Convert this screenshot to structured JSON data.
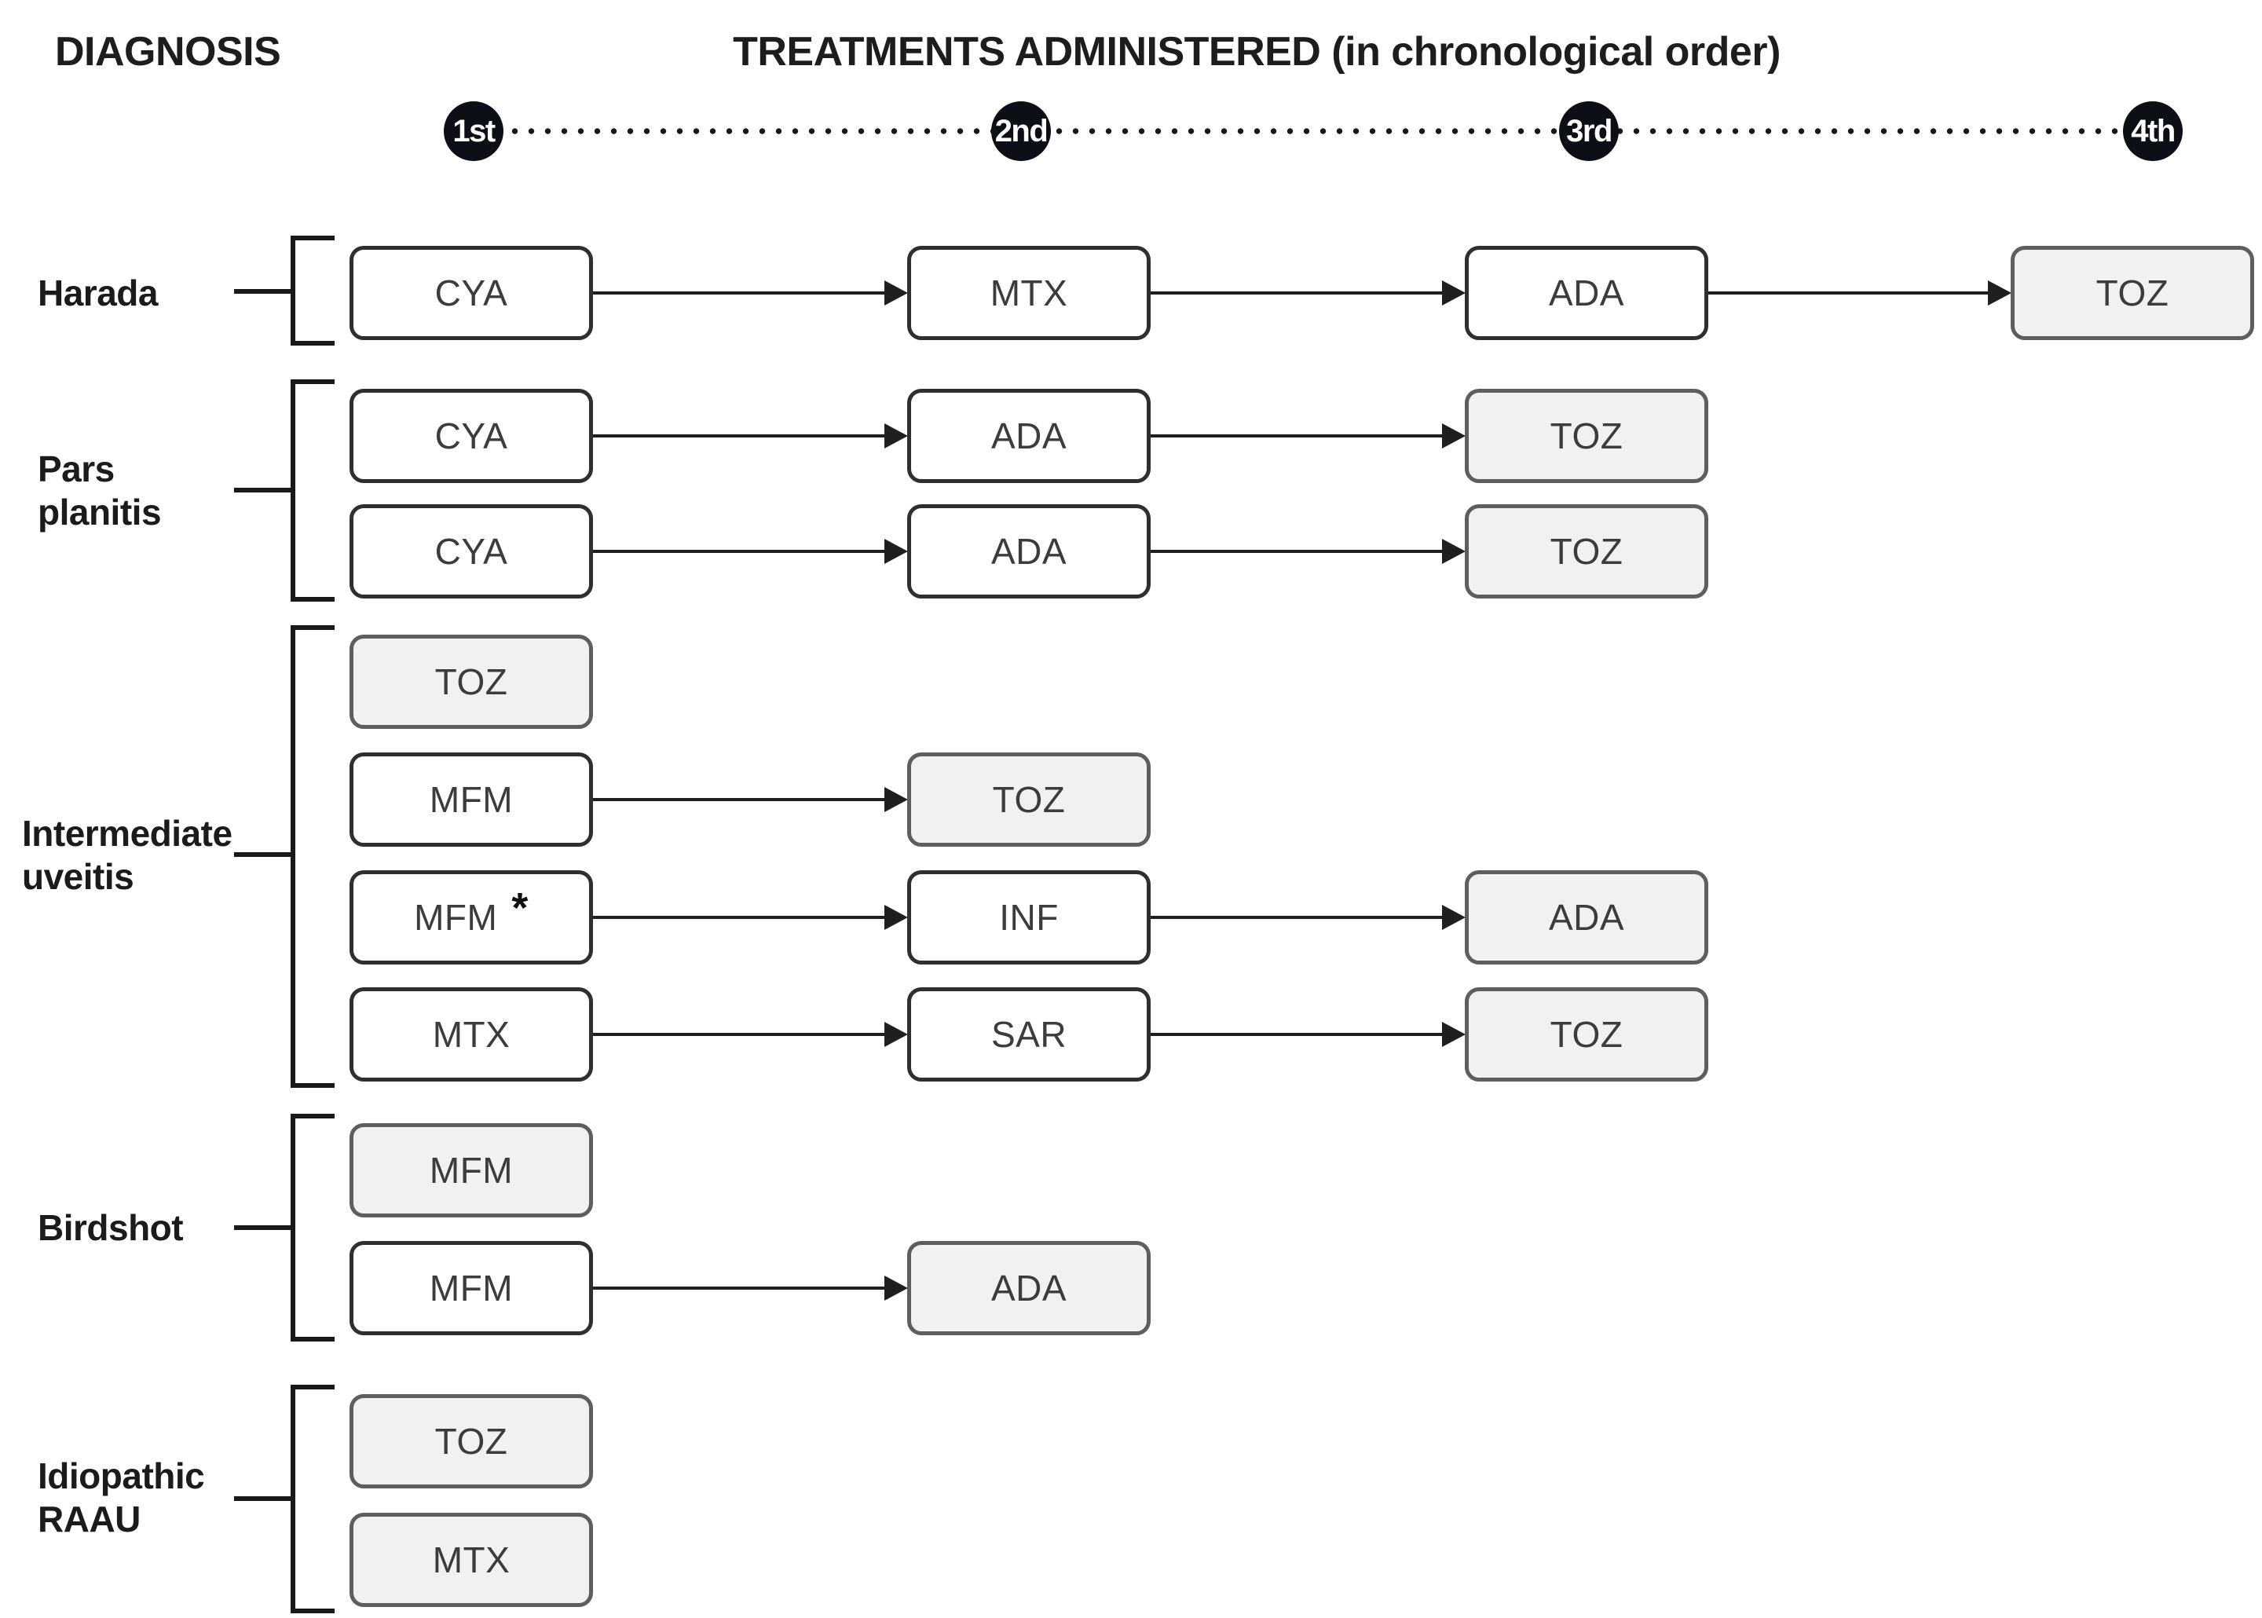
{
  "header": {
    "diagnosis_header": "DIAGNOSIS",
    "treatments_header": "TREATMENTS ADMINISTERED (in chronological order)"
  },
  "timeline": {
    "steps": [
      "1st",
      "2nd",
      "3rd",
      "4th"
    ]
  },
  "colors": {
    "background": "#ffffff",
    "box_white_fill": "#ffffff",
    "box_white_border": "#2f2f2f",
    "box_gray_fill": "#f1f1f1",
    "box_gray_border": "#5e5e5e",
    "arrow": "#1f1f1f",
    "timeline_circle_fill": "#0c1016",
    "timeline_circle_text": "#ffffff",
    "text": "#1d1d1d"
  },
  "groups": [
    {
      "label": "Harada",
      "rows": [
        {
          "boxes": [
            {
              "text": "CYA",
              "variant": "white"
            },
            {
              "text": "MTX",
              "variant": "white"
            },
            {
              "text": "ADA",
              "variant": "white"
            },
            {
              "text": "TOZ",
              "variant": "gray"
            }
          ]
        }
      ]
    },
    {
      "label": "Pars planitis",
      "rows": [
        {
          "boxes": [
            {
              "text": "CYA",
              "variant": "white"
            },
            {
              "text": "ADA",
              "variant": "white"
            },
            {
              "text": "TOZ",
              "variant": "gray"
            }
          ]
        },
        {
          "boxes": [
            {
              "text": "CYA",
              "variant": "white"
            },
            {
              "text": "ADA",
              "variant": "white"
            },
            {
              "text": "TOZ",
              "variant": "gray"
            }
          ]
        }
      ]
    },
    {
      "label": "Intermediate uveitis",
      "rows": [
        {
          "boxes": [
            {
              "text": "TOZ",
              "variant": "gray"
            }
          ]
        },
        {
          "boxes": [
            {
              "text": "MFM",
              "variant": "white"
            },
            {
              "text": "TOZ",
              "variant": "gray"
            }
          ]
        },
        {
          "boxes": [
            {
              "text": "MFM",
              "variant": "white",
              "marker": "*"
            },
            {
              "text": "INF",
              "variant": "white"
            },
            {
              "text": "ADA",
              "variant": "gray"
            }
          ]
        },
        {
          "boxes": [
            {
              "text": "MTX",
              "variant": "white"
            },
            {
              "text": "SAR",
              "variant": "white"
            },
            {
              "text": "TOZ",
              "variant": "gray"
            }
          ]
        }
      ]
    },
    {
      "label": "Birdshot",
      "rows": [
        {
          "boxes": [
            {
              "text": "MFM",
              "variant": "gray"
            }
          ]
        },
        {
          "boxes": [
            {
              "text": "MFM",
              "variant": "white"
            },
            {
              "text": "ADA",
              "variant": "gray"
            }
          ]
        }
      ]
    },
    {
      "label": "Idiopathic RAAU",
      "rows": [
        {
          "boxes": [
            {
              "text": "TOZ",
              "variant": "gray"
            }
          ]
        },
        {
          "boxes": [
            {
              "text": "MTX",
              "variant": "gray"
            }
          ]
        }
      ]
    }
  ]
}
